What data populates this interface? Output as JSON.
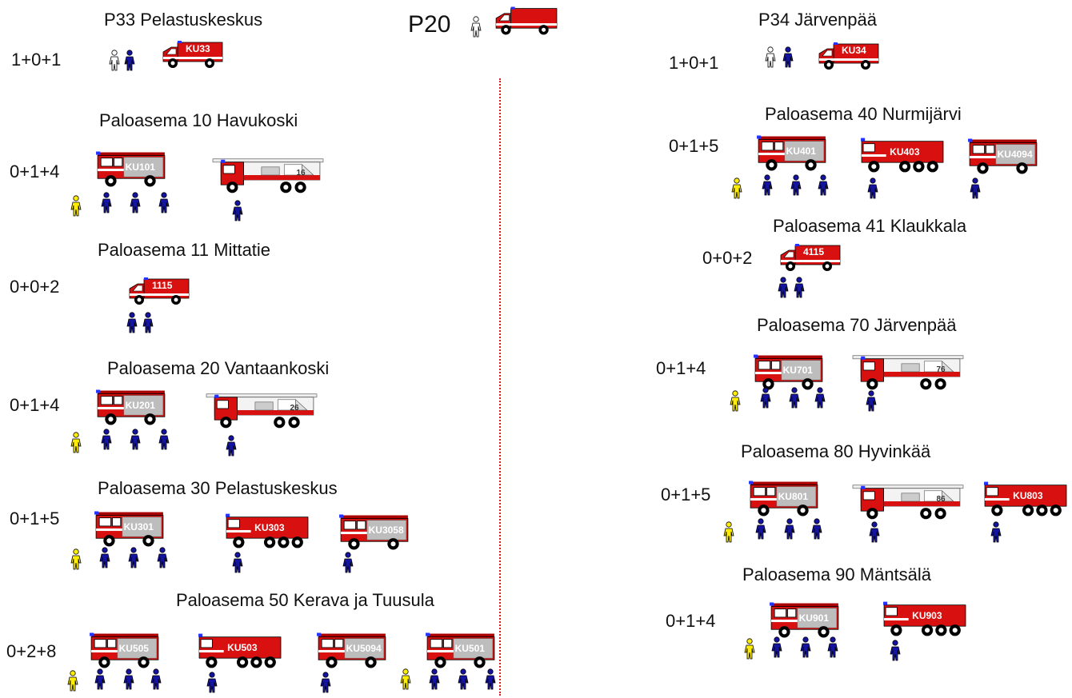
{
  "header": {
    "unit_label": "P20"
  },
  "colors": {
    "fire_red": "#d81010",
    "body_grey": "#bdbdbd",
    "crew_blue": "#1414a0",
    "officer_yellow": "#ffee00",
    "divider": "#e01a1a"
  },
  "stations": [
    {
      "key": "p33",
      "title": "P33 Pelastuskeskus",
      "strength": "1+0+1",
      "vehicles": [
        "KU33"
      ]
    },
    {
      "key": "pa10",
      "title": "Paloasema 10 Havukoski",
      "strength": "0+1+4",
      "vehicles": [
        "KU101",
        "16"
      ]
    },
    {
      "key": "pa11",
      "title": "Paloasema 11 Mittatie",
      "strength": "0+0+2",
      "vehicles": [
        "1115"
      ]
    },
    {
      "key": "pa20",
      "title": "Paloasema 20 Vantaankoski",
      "strength": "0+1+4",
      "vehicles": [
        "KU201",
        "26"
      ]
    },
    {
      "key": "pa30",
      "title": "Paloasema 30 Pelastuskeskus",
      "strength": "0+1+5",
      "vehicles": [
        "KU301",
        "KU303",
        "KU3058"
      ]
    },
    {
      "key": "pa50",
      "title": "Paloasema 50 Kerava ja Tuusula",
      "strength": "0+2+8",
      "vehicles": [
        "KU505",
        "KU503",
        "KU5094",
        "KU501"
      ]
    },
    {
      "key": "p34",
      "title": "P34 Järvenpää",
      "strength": "1+0+1",
      "vehicles": [
        "KU34"
      ]
    },
    {
      "key": "pa40",
      "title": "Paloasema 40 Nurmijärvi",
      "strength": "0+1+5",
      "vehicles": [
        "KU401",
        "KU403",
        "KU4094"
      ]
    },
    {
      "key": "pa41",
      "title": "Paloasema 41 Klaukkala",
      "strength": "0+0+2",
      "vehicles": [
        "4115"
      ]
    },
    {
      "key": "pa70",
      "title": "Paloasema 70 Järvenpää",
      "strength": "0+1+4",
      "vehicles": [
        "KU701",
        "76"
      ]
    },
    {
      "key": "pa80",
      "title": "Paloasema 80 Hyvinkää",
      "strength": "0+1+5",
      "vehicles": [
        "KU801",
        "86",
        "KU803"
      ]
    },
    {
      "key": "pa90",
      "title": "Paloasema 90 Mäntsälä",
      "strength": "0+1+4",
      "vehicles": [
        "KU901",
        "KU903"
      ]
    }
  ]
}
